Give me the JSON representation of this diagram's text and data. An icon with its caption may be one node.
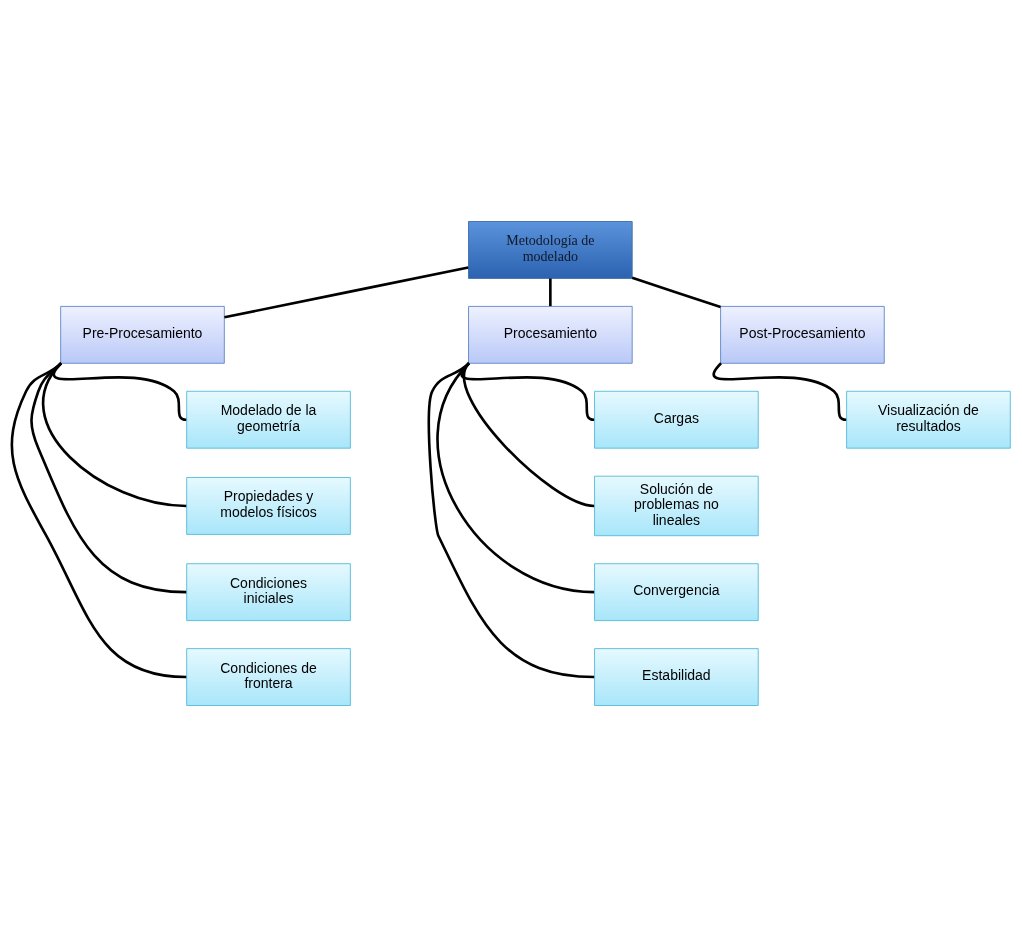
{
  "diagram": {
    "nodes": [
      {
        "text": [
          "Metodología de modelado"
        ]
      },
      {
        "text": [
          "Pre-Procesamiento"
        ]
      },
      {
        "text": [
          "Procesamiento"
        ]
      },
      {
        "text": [
          "Post-Procesamiento"
        ]
      },
      {
        "text": [
          "Modelado de la geometría"
        ]
      },
      {
        "text": [
          "Propiedades y modelos físicos"
        ]
      },
      {
        "text": [
          "Condiciones iniciales"
        ]
      },
      {
        "text": [
          "Condiciones de frontera"
        ]
      },
      {
        "text": [
          "Cargas"
        ]
      },
      {
        "text": [
          "Solución de problemas no lineales"
        ]
      },
      {
        "text": [
          "Convergencia"
        ]
      },
      {
        "text": [
          "Estabilidad"
        ]
      },
      {
        "text": [
          "Visualización de resultados"
        ]
      }
    ],
    "edges": [
      {
        "from": 0,
        "to": 1,
        "arrow": "none"
      },
      {
        "from": 0,
        "to": 2,
        "arrow": "none"
      },
      {
        "from": 0,
        "to": 3,
        "arrow": "none"
      },
      {
        "from": 1,
        "to": 4,
        "arrow": "none"
      },
      {
        "from": 1,
        "to": 5,
        "arrow": "none"
      },
      {
        "from": 1,
        "to": 6,
        "arrow": "none"
      },
      {
        "from": 1,
        "to": 7,
        "arrow": "none"
      },
      {
        "from": 2,
        "to": 8,
        "arrow": "none"
      },
      {
        "from": 2,
        "to": 9,
        "arrow": "none"
      },
      {
        "from": 2,
        "to": 10,
        "arrow": "none"
      },
      {
        "from": 2,
        "to": 11,
        "arrow": "none"
      },
      {
        "from": 3,
        "to": 12,
        "arrow": "none"
      }
    ]
  }
}
